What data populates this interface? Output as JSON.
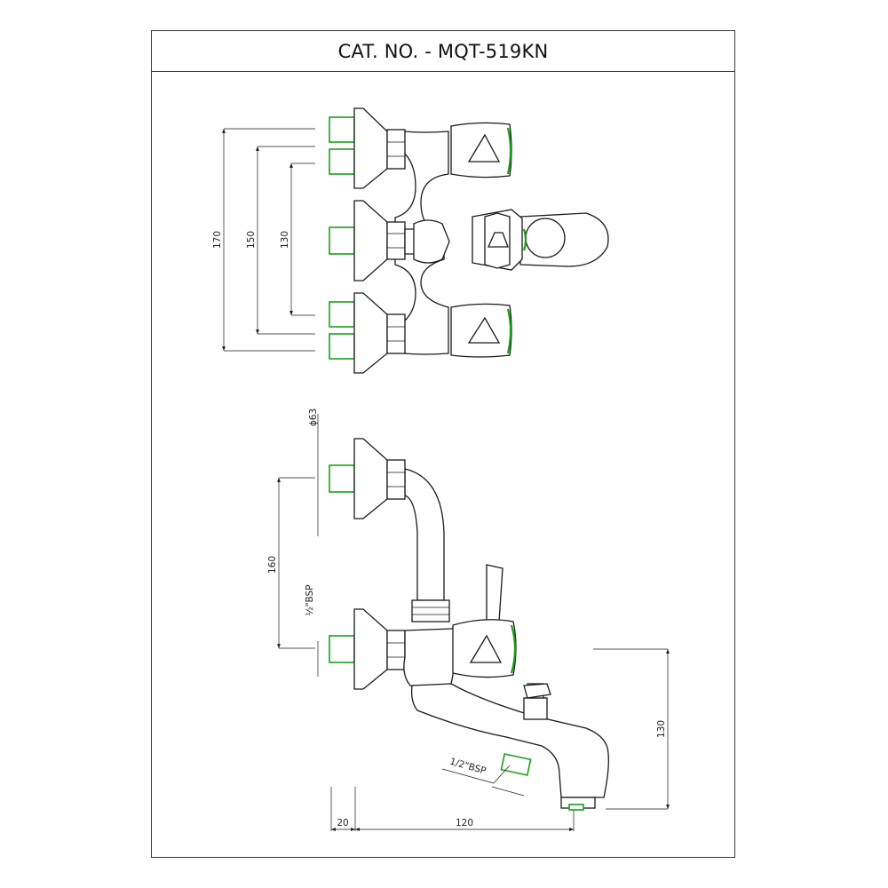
{
  "header": {
    "title": "CAT. NO. - MQT-519KN"
  },
  "top_view": {
    "dimensions": {
      "overall": "170",
      "middle": "150",
      "inner": "130"
    }
  },
  "side_view": {
    "dimensions": {
      "diameter": "ɸ63",
      "vertical_spacing": "160",
      "inlet_thread": "½\"BSP",
      "outlet_thread": "1/2\"BSP",
      "spout_height": "130",
      "wall_offset": "20",
      "spout_reach": "120"
    }
  },
  "colors": {
    "line": "#1a1a1a",
    "accent": "#18a018"
  }
}
